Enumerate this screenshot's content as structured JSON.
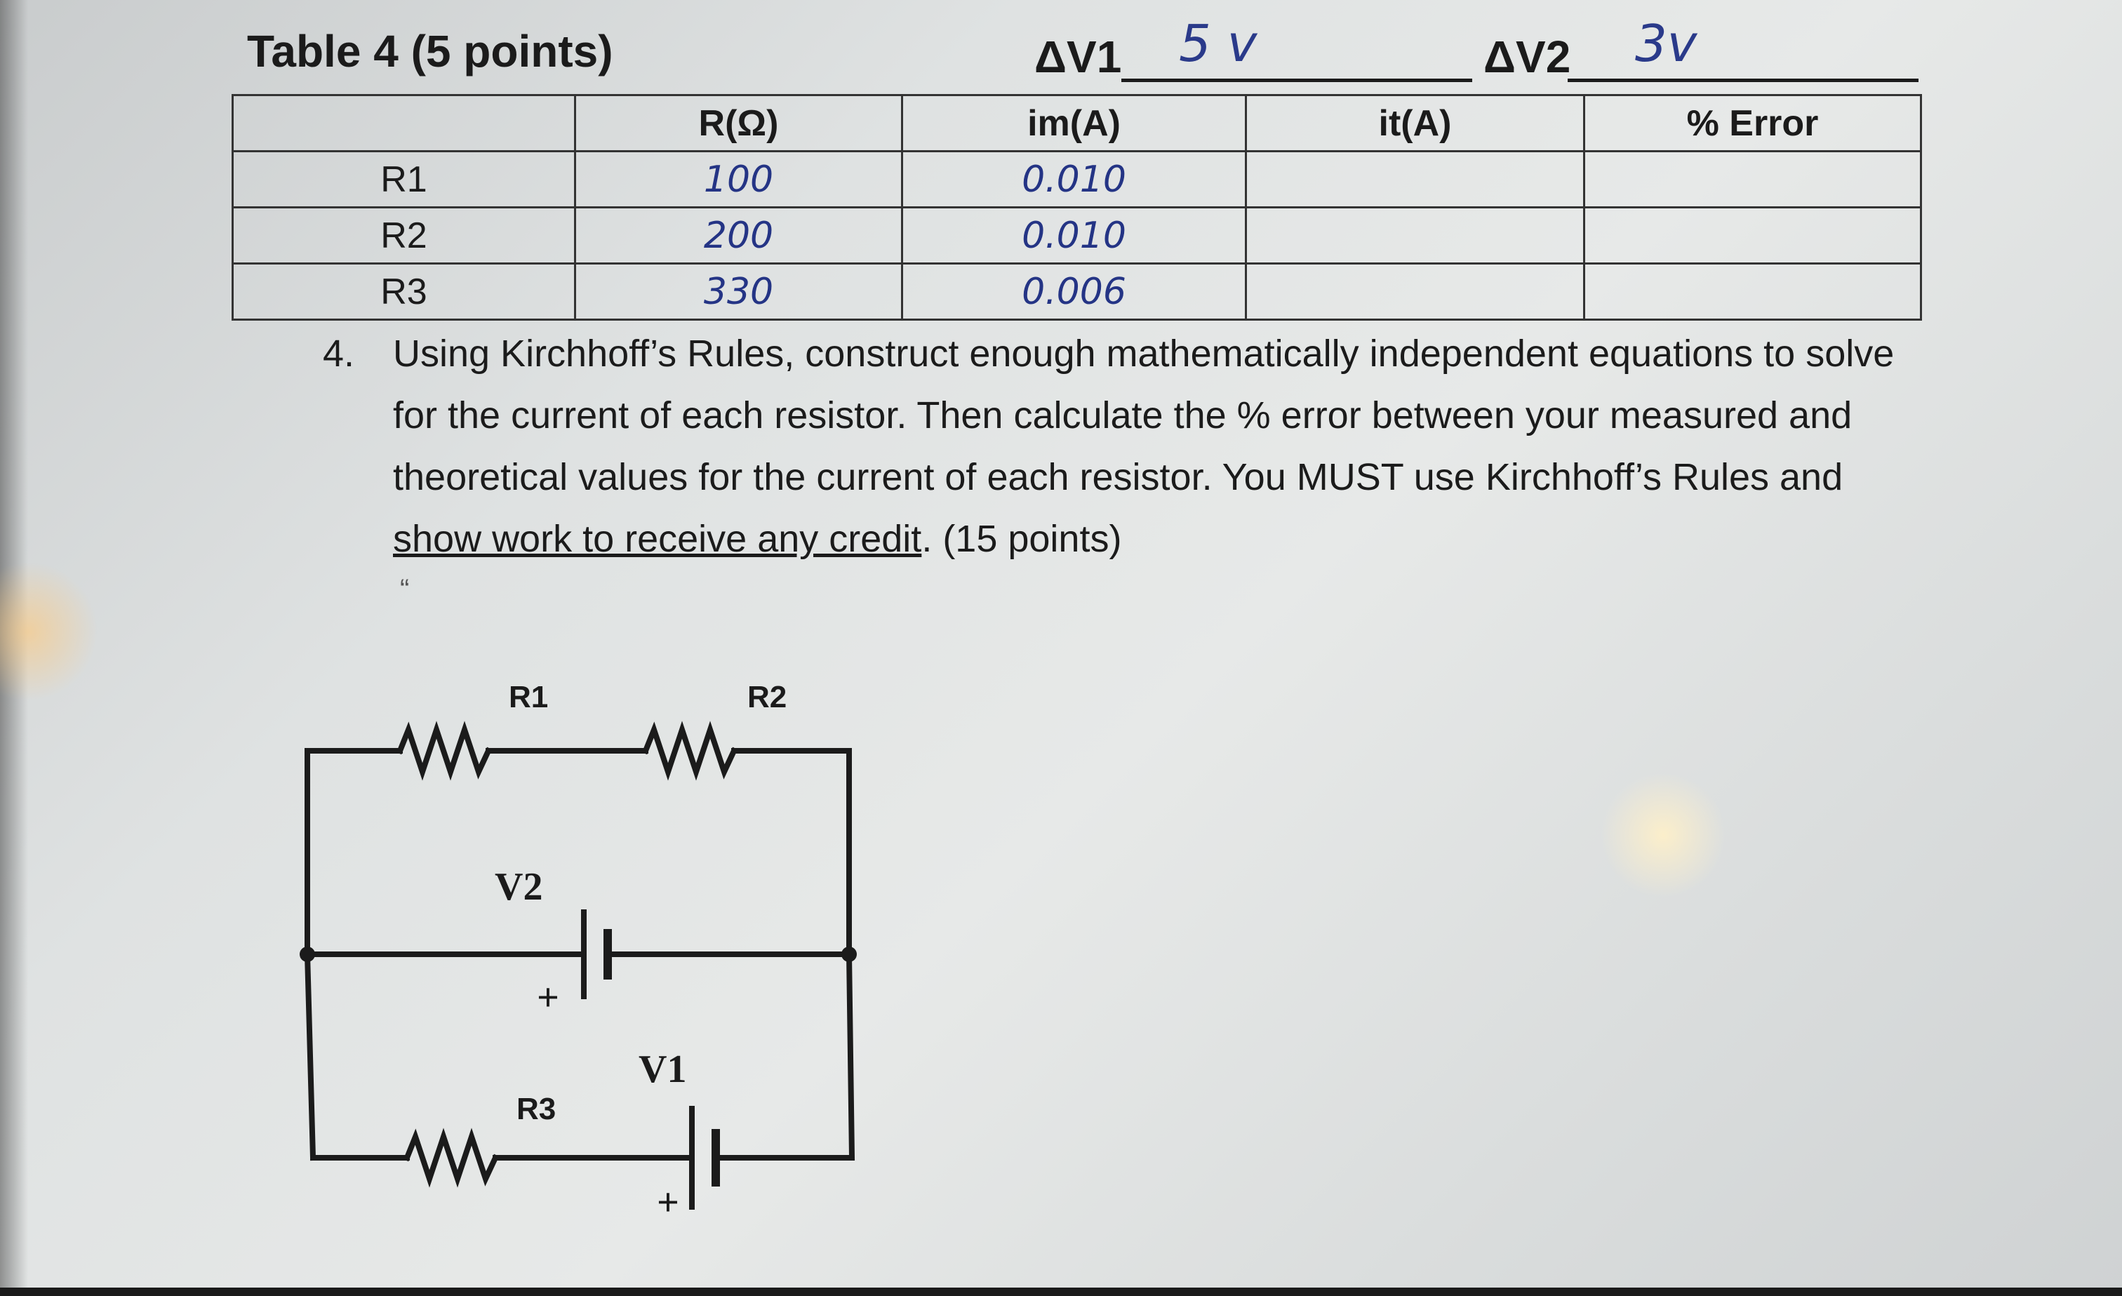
{
  "header": {
    "title": "Table 4 (5 points)",
    "dv1_label": "ΔV1",
    "dv1_value": "5 v",
    "dv2_label": "ΔV2",
    "dv2_value": "3v"
  },
  "table": {
    "columns": [
      "",
      "R(Ω)",
      "im(A)",
      "it(A)",
      "% Error"
    ],
    "rows": [
      {
        "label": "R1",
        "r": "100",
        "im": "0.010",
        "it": "",
        "error": ""
      },
      {
        "label": "R2",
        "r": "200",
        "im": "0.010",
        "it": "",
        "error": ""
      },
      {
        "label": "R3",
        "r": "330",
        "im": "0.006",
        "it": "",
        "error": ""
      }
    ]
  },
  "question": {
    "number": "4.",
    "text_part1": "Using Kirchhoff’s Rules, construct enough mathematically independent equations to solve for the current of each resistor.  Then calculate the % error between your measured and theoretical values for the current of each resistor. You MUST use Kirchhoff’s Rules and ",
    "text_underlined": "show work to receive any credit",
    "text_part2": ". (15 points)",
    "stray_mark": "“"
  },
  "circuit": {
    "labels": {
      "r1": "R1",
      "r2": "R2",
      "r3": "R3",
      "v1": "V1",
      "v2": "V2",
      "plus": "+"
    }
  }
}
